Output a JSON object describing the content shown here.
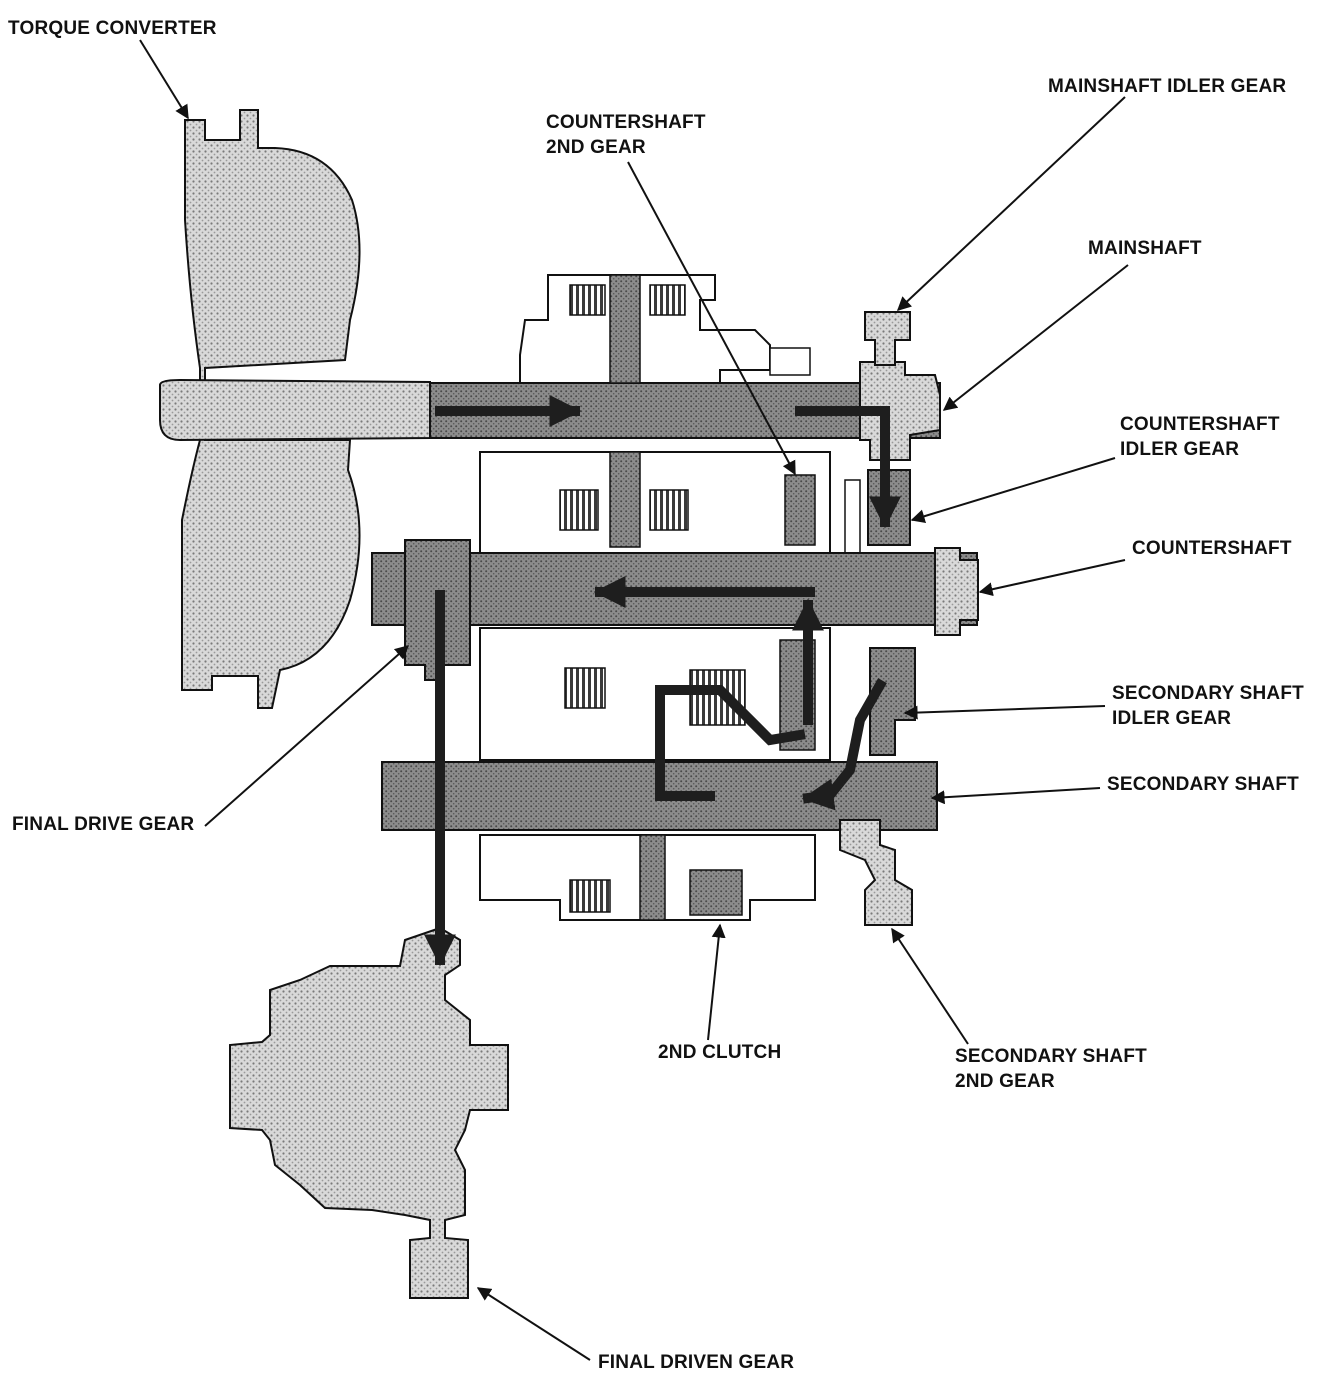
{
  "colors": {
    "ink": "#111111",
    "housing_fill": "#d6d6d6",
    "shaft_fill": "#8f8f8f",
    "gear_fill": "#6c6c6c",
    "power_flow": "#1e1e1e",
    "paper": "#ffffff"
  },
  "labels": {
    "torque_converter": "TORQUE CONVERTER",
    "countershaft_2nd_gear": [
      "COUNTERSHAFT",
      "2ND GEAR"
    ],
    "mainshaft_idler_gear": "MAINSHAFT IDLER GEAR",
    "mainshaft": "MAINSHAFT",
    "countershaft_idler_gear": [
      "COUNTERSHAFT",
      "IDLER GEAR"
    ],
    "countershaft": "COUNTERSHAFT",
    "secondary_shaft_idler_gear": [
      "SECONDARY SHAFT",
      "IDLER GEAR"
    ],
    "secondary_shaft": "SECONDARY SHAFT",
    "final_drive_gear": "FINAL DRIVE GEAR",
    "second_clutch": "2ND CLUTCH",
    "secondary_shaft_2nd_gear": [
      "SECONDARY SHAFT",
      "2ND GEAR"
    ],
    "final_driven_gear": "FINAL DRIVEN GEAR"
  }
}
